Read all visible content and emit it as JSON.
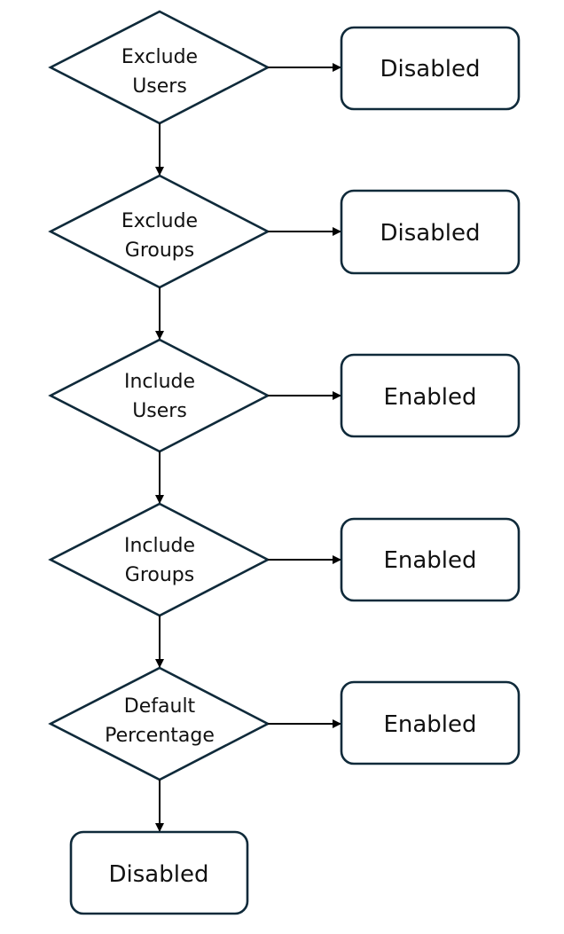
{
  "flowchart": {
    "decisions": [
      {
        "lines": [
          "Exclude",
          "Users"
        ],
        "outcome": "Disabled"
      },
      {
        "lines": [
          "Exclude",
          "Groups"
        ],
        "outcome": "Disabled"
      },
      {
        "lines": [
          "Include",
          "Users"
        ],
        "outcome": "Enabled"
      },
      {
        "lines": [
          "Include",
          "Groups"
        ],
        "outcome": "Enabled"
      },
      {
        "lines": [
          "Default",
          "Percentage"
        ],
        "outcome": "Enabled"
      }
    ],
    "final_outcome": "Disabled"
  },
  "colors": {
    "shape_stroke": "#0f2a3a",
    "arrow": "#000000",
    "text": "#111111",
    "background": "#ffffff"
  }
}
